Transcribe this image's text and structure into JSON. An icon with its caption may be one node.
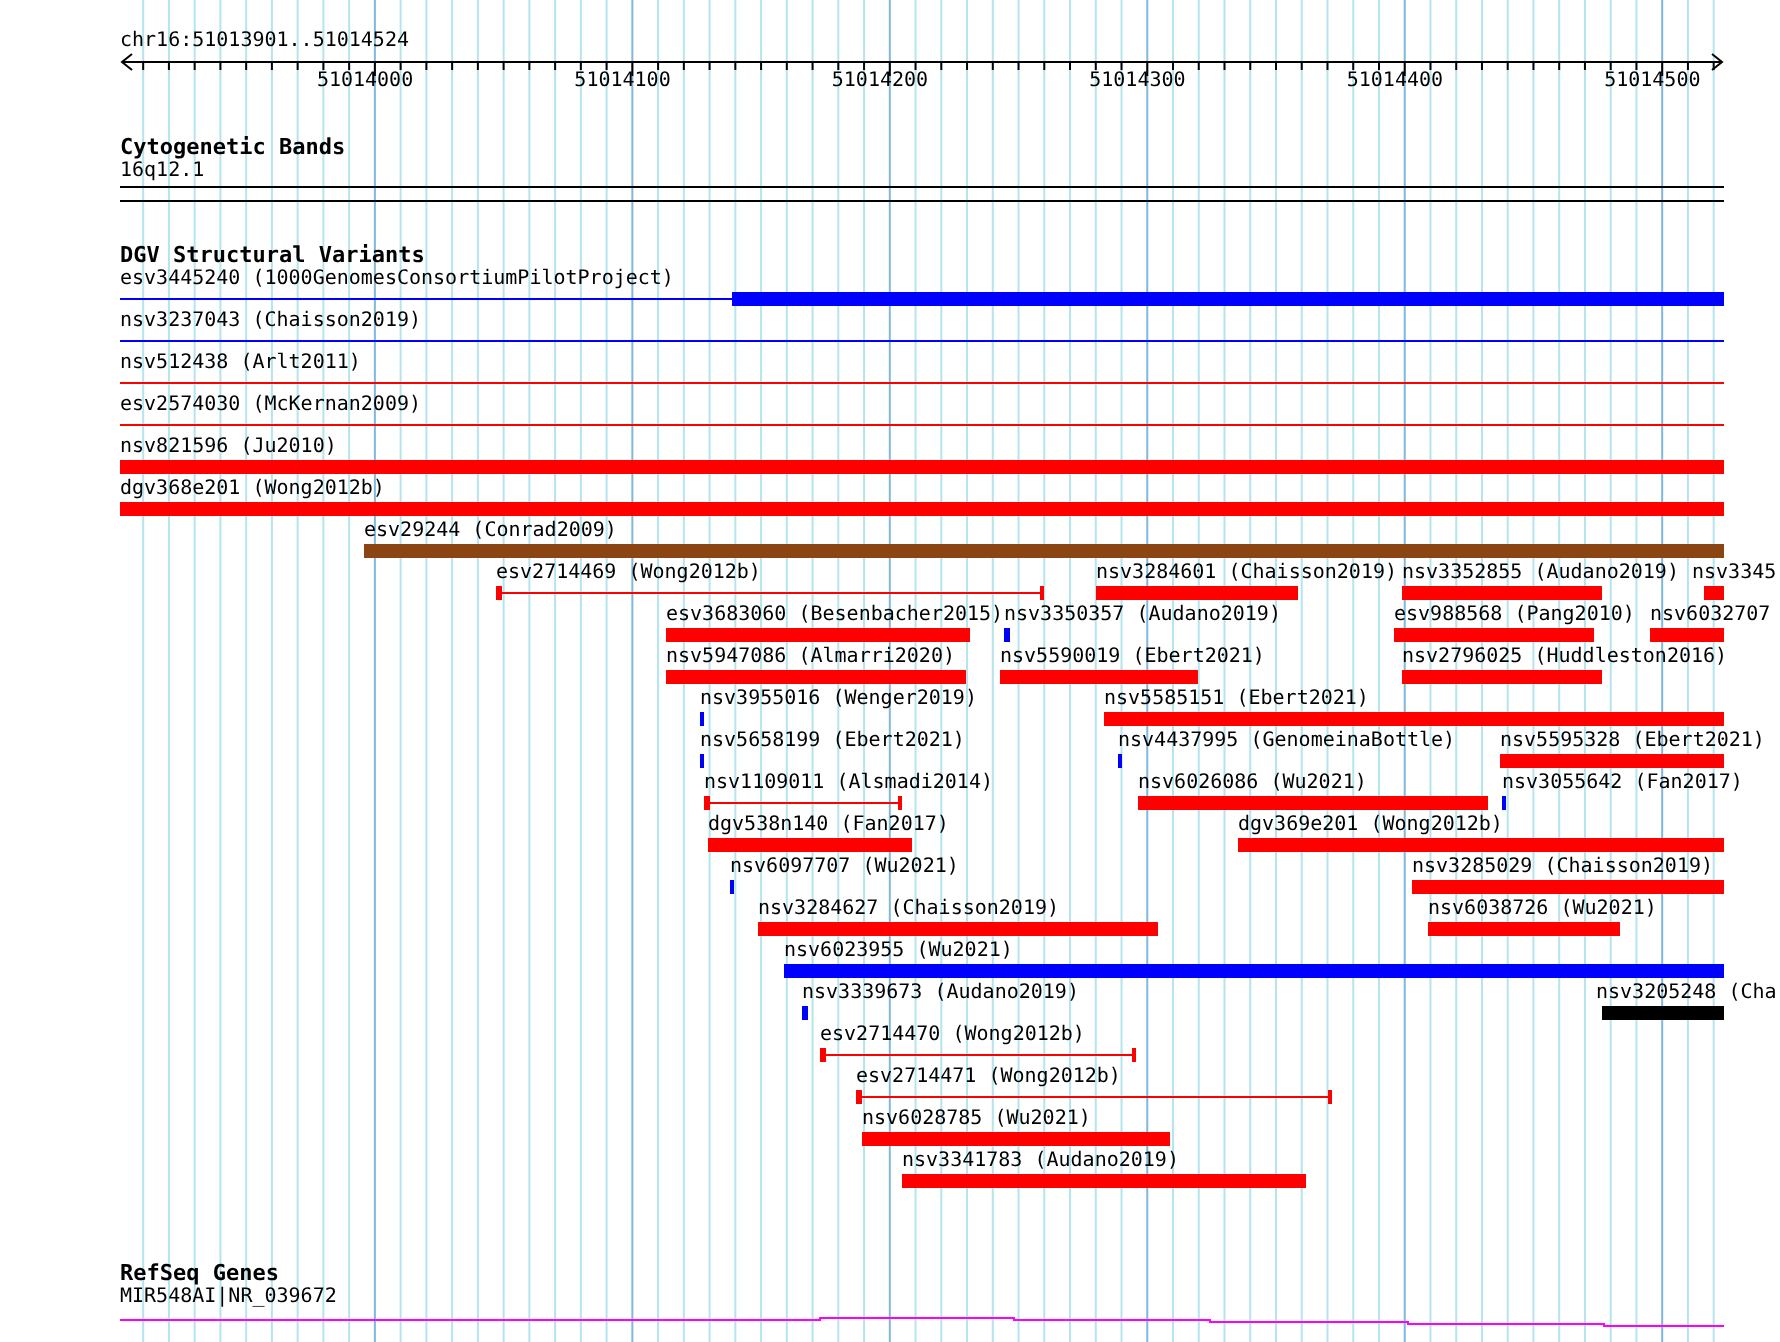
{
  "diagram": {
    "labels": [
      "chr16:51013901..51014524",
      "51014000",
      "51014100",
      "51014200",
      "51014300",
      "51014400",
      "51014500",
      "Cytogenetic Bands",
      "16q12.1",
      "DGV Structural Variants",
      "esv3445240 (1000GenomesConsortiumPilotProject)",
      "nsv3237043 (Chaisson2019)",
      "nsv512438 (Arlt2011)",
      "esv2574030 (McKernan2009)",
      "nsv821596 (Ju2010)",
      "dgv368e201 (Wong2012b)",
      "esv29244 (Conrad2009)",
      "esv2714469 (Wong2012b)",
      "nsv3284601 (Chaisson2019)",
      "nsv3352855 (Audano2019)",
      "nsv3345",
      "esv3683060 (Besenbacher2015)",
      "nsv3350357 (Audano2019)",
      "esv988568 (Pang2010)",
      "nsv6032707",
      "nsv5947086 (Almarri2020)",
      "nsv5590019 (Ebert2021)",
      "nsv2796025 (Huddleston2016)",
      "nsv3955016 (Wenger2019)",
      "nsv5585151 (Ebert2021)",
      "nsv5658199 (Ebert2021)",
      "nsv4437995 (GenomeinaBottle)",
      "nsv5595328 (Ebert2021)",
      "nsv1109011 (Alsmadi2014)",
      "nsv6026086 (Wu2021)",
      "nsv3055642 (Fan2017)",
      "dgv538n140 (Fan2017)",
      "dgv369e201 (Wong2012b)",
      "nsv6097707 (Wu2021)",
      "nsv3285029 (Chaisson2019)",
      "nsv3284627 (Chaisson2019)",
      "nsv6038726 (Wu2021)",
      "nsv6023955 (Wu2021)",
      "nsv3339673 (Audano2019)",
      "nsv3205248 (Cha",
      "esv2714470 (Wong2012b)",
      "esv2714471 (Wong2012b)",
      "nsv6028785 (Wu2021)",
      "nsv3341783 (Audano2019)",
      "RefSeq Genes",
      "MIR548AI|NR_039672"
    ]
  }
}
